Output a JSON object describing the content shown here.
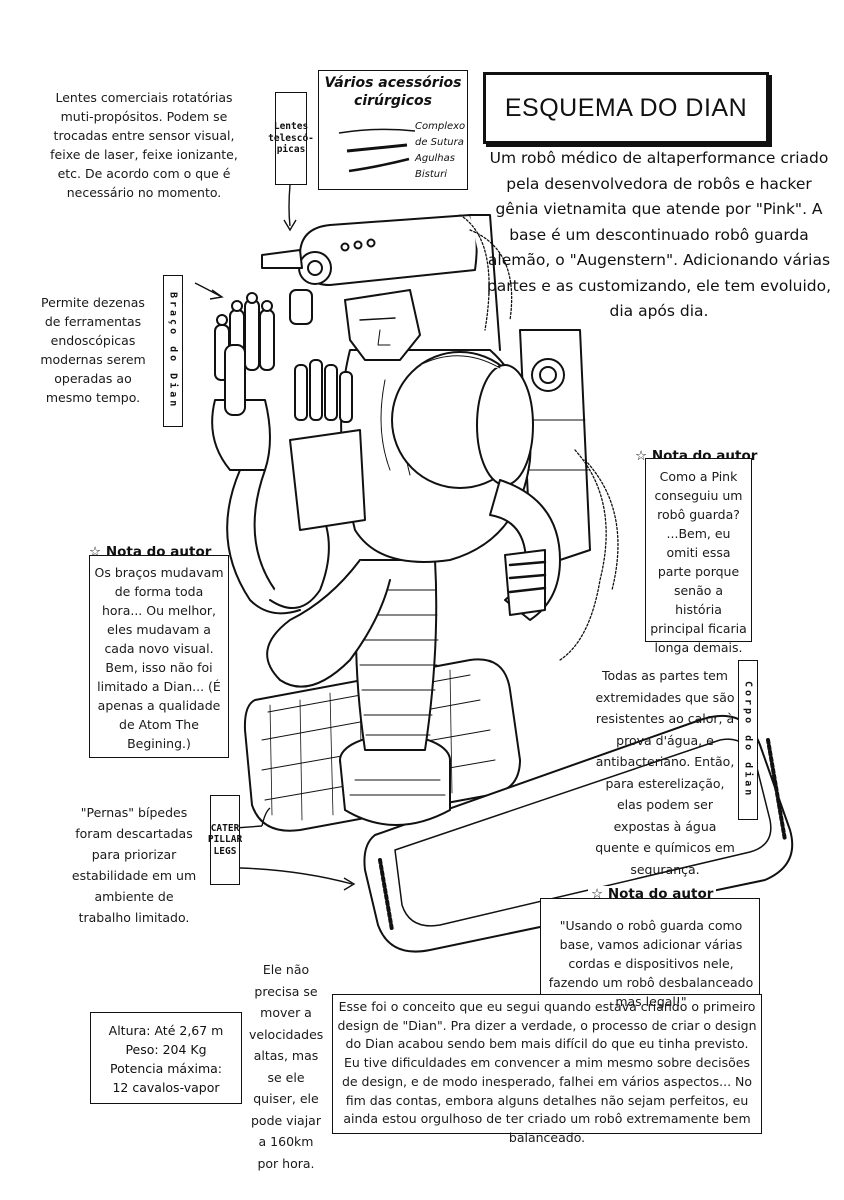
{
  "title": "ESQUEMA DO DIAN",
  "intro": "Um robô médico de altaperformance criado pela desenvolvedora de robôs e hacker gênia vietnamita que atende por \"Pink\". A base é um descontinuado robô guarda alemão, o \"Augenstern\". Adicionando várias partes e as customizando, ele tem evoluido, dia após dia.",
  "lenses_note": "Lentes comerciais rotatórias muti-propósitos. Podem se trocadas entre sensor visual, feixe de laser, feixe ionizante, etc. De acordo com o que é necessário no momento.",
  "labels": {
    "lentes": [
      "Lentes",
      "telescó-",
      "picas"
    ],
    "braco": "Braço do Dian",
    "corpo": "Corpo do dian",
    "caterpillar": [
      "CATER",
      "PILLAR",
      "LEGS"
    ]
  },
  "accessories": {
    "title": "Vários acessórios cirúrgicos",
    "items": [
      "Complexo de Sutura",
      "Agulhas",
      "Bisturi"
    ]
  },
  "tools_note": "Permite dezenas de ferramentas endoscópicas modernas serem operadas ao mesmo tempo.",
  "author_note_label": "Nota do autor",
  "author_note_right": "Como a Pink conseguiu um robô guarda? ...Bem, eu omiti essa parte porque senão a história principal ficaria longa demais.",
  "author_note_left": "Os braços mudavam de forma toda hora... Ou melhor, eles mudavam a cada novo visual. Bem, isso não foi limitado a Dian... (É apenas a qualidade de Atom The Begining.)",
  "body_note": "Todas as partes tem extremidades que são resistentes ao calor, à prova d'água, e antibacteriano. Então, para esterelização, elas podem ser expostas à água quente e químicos em segurança.",
  "legs_note": "\"Pernas\" bípedes foram descartadas para priorizar estabilidade em um ambiente de trabalho limitado.",
  "speed_note": "Ele não precisa se mover a velocidades altas, mas se ele quiser, ele pode viajar a 160km por hora.",
  "specs": [
    "Altura: Até 2,67 m",
    "Peso: 204 Kg",
    "Potencia máxima:",
    "12 cavalos-vapor"
  ],
  "author_note_bottom": {
    "quote": "\"Usando o robô guarda como base, vamos adicionar várias cordas e dispositivos nele, fazendo um robô desbalanceado mas legal!\"",
    "body": "Esse foi o conceito que eu segui quando estava criando o primeiro design de \"Dian\". Pra dizer a verdade, o processo de criar o design do Dian acabou sendo bem mais difícil do que eu tinha previsto. Eu tive dificuldades em convencer a mim mesmo sobre decisões de design, e de modo inesperado, falhei em vários aspectos... No fim das contas, embora alguns detalhes não sejam perfeitos, eu ainda estou orgulhoso de ter criado um robô extremamente bem balanceado."
  }
}
